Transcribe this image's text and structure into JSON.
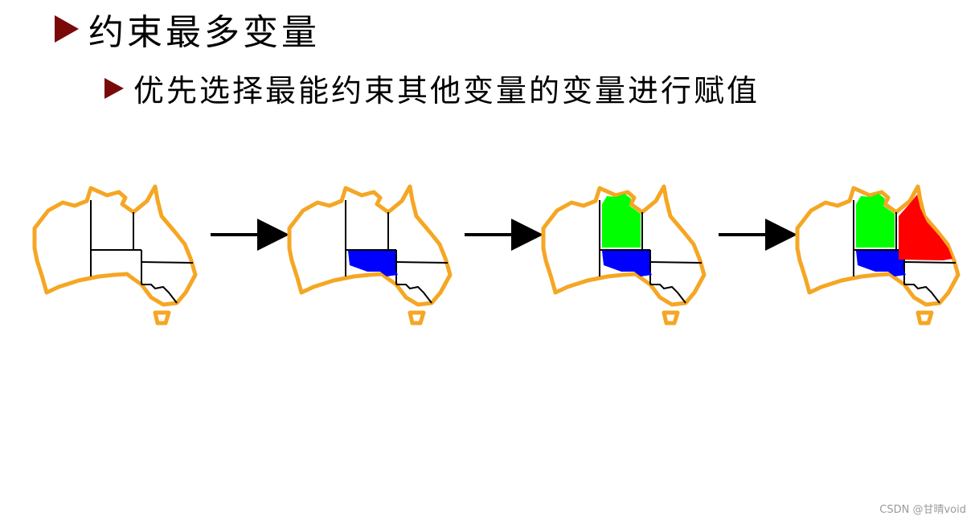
{
  "heading": {
    "text": "约束最多变量"
  },
  "subheading": {
    "text": "优先选择最能约束其他变量的变量进行赋值"
  },
  "diagram": {
    "region_colors": {
      "blue": "#0000ff",
      "green": "#00ff00",
      "red": "#ff0000"
    },
    "outline_color": "#f5a623",
    "steps": [
      {
        "colored": []
      },
      {
        "colored": [
          "SA"
        ]
      },
      {
        "colored": [
          "SA",
          "NT"
        ]
      },
      {
        "colored": [
          "SA",
          "NT",
          "Q"
        ]
      }
    ]
  },
  "watermark": {
    "text": "CSDN @甘晴void"
  }
}
